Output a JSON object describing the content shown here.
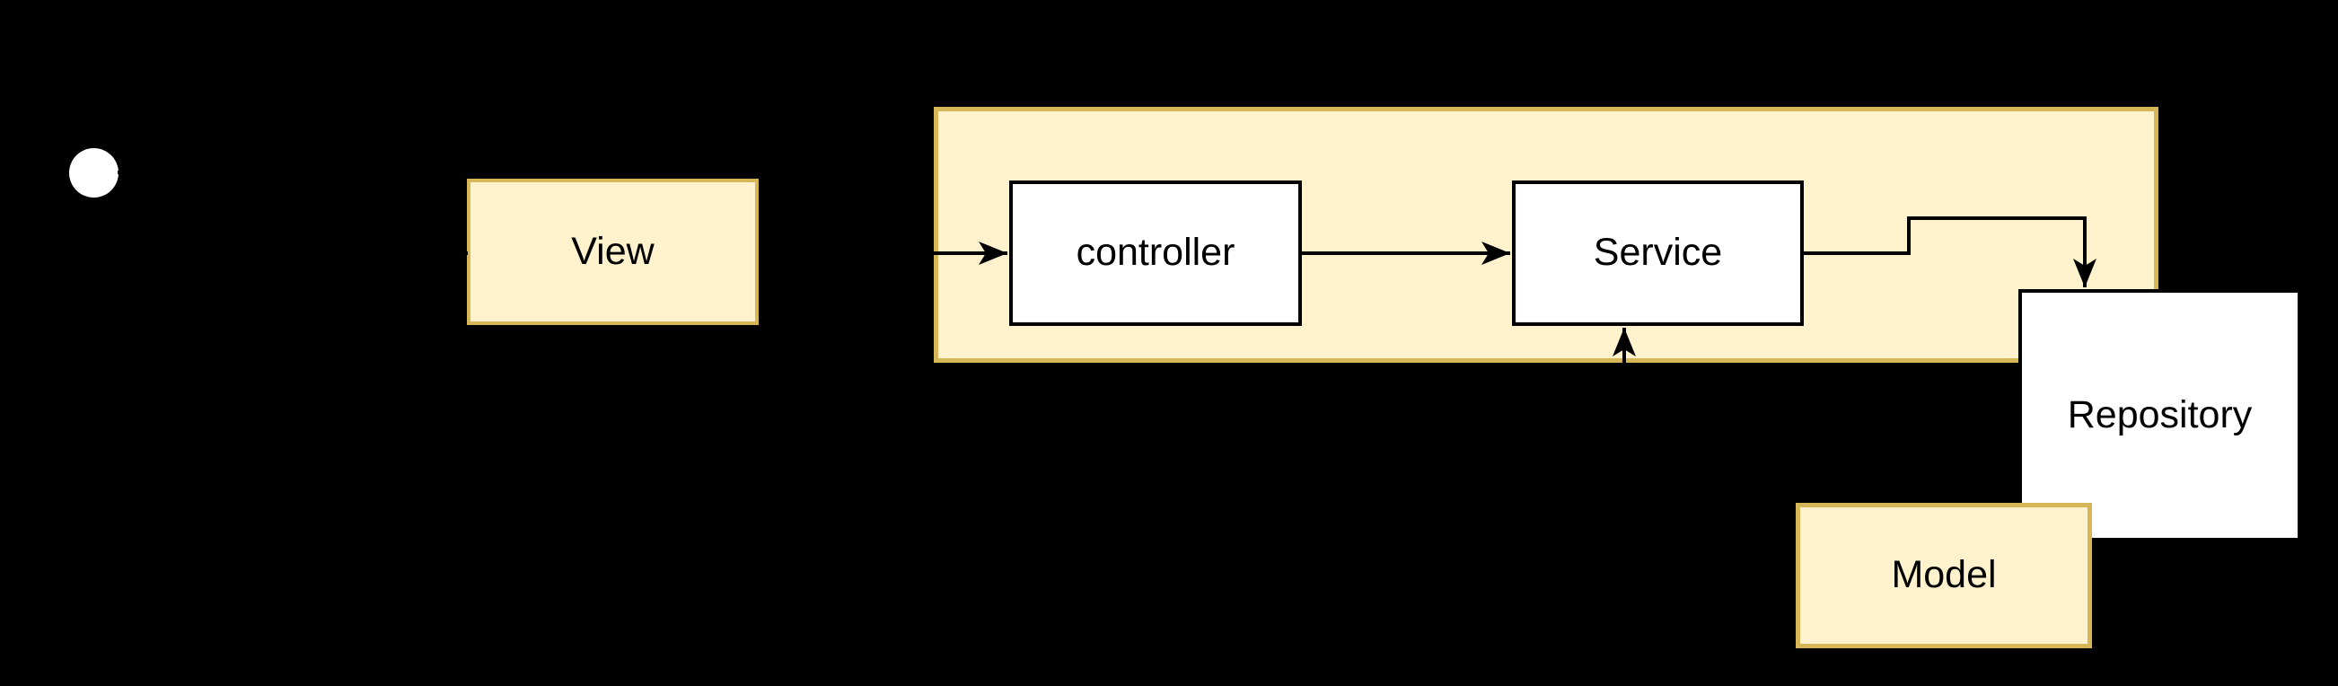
{
  "diagram": {
    "title": "mvc-architecture-diagram",
    "background": "#000000",
    "nodes": {
      "start": {
        "label": "",
        "shape": "circle",
        "fill": "#FFFFFF"
      },
      "view": {
        "label": "View",
        "fill": "#FFF2CC",
        "stroke": "#D6B656"
      },
      "backend_container": {
        "label": "",
        "fill": "#FFF2CC",
        "stroke": "#D6B656"
      },
      "controller": {
        "label": "controller",
        "fill": "#FFFFFF",
        "stroke": "#000000"
      },
      "service": {
        "label": "Service",
        "fill": "#FFFFFF",
        "stroke": "#000000"
      },
      "repository": {
        "label": "Repository",
        "fill": "#FFFFFF",
        "stroke": "#000000"
      },
      "model": {
        "label": "Model",
        "fill": "#FFF2CC",
        "stroke": "#D6B656"
      }
    },
    "edges": [
      {
        "name": "start-to-view",
        "to": "View",
        "style": "black arrow, mostly hidden on black background, tip visible at View border"
      },
      {
        "name": "view-to-controller",
        "to": "controller",
        "style": "black arrow, visible inside yellow container"
      },
      {
        "name": "controller-to-service",
        "to": "Service",
        "style": "black arrow, visible inside yellow container"
      },
      {
        "name": "service-to-repository",
        "to": "Repository",
        "style": "black orthogonal step arrow, down into Repository top"
      },
      {
        "name": "up-into-service",
        "to": "Service",
        "style": "black vertical arrow pointing up into Service bottom, lower part hidden on black background"
      }
    ],
    "colors": {
      "bg": "#000000",
      "node_fill": "#FFF2CC",
      "node_stroke": "#D6B656",
      "box_fill": "#FFFFFF",
      "box_stroke": "#000000",
      "edge": "#000000",
      "start_fill": "#FFFFFF",
      "label": "#000000"
    }
  }
}
